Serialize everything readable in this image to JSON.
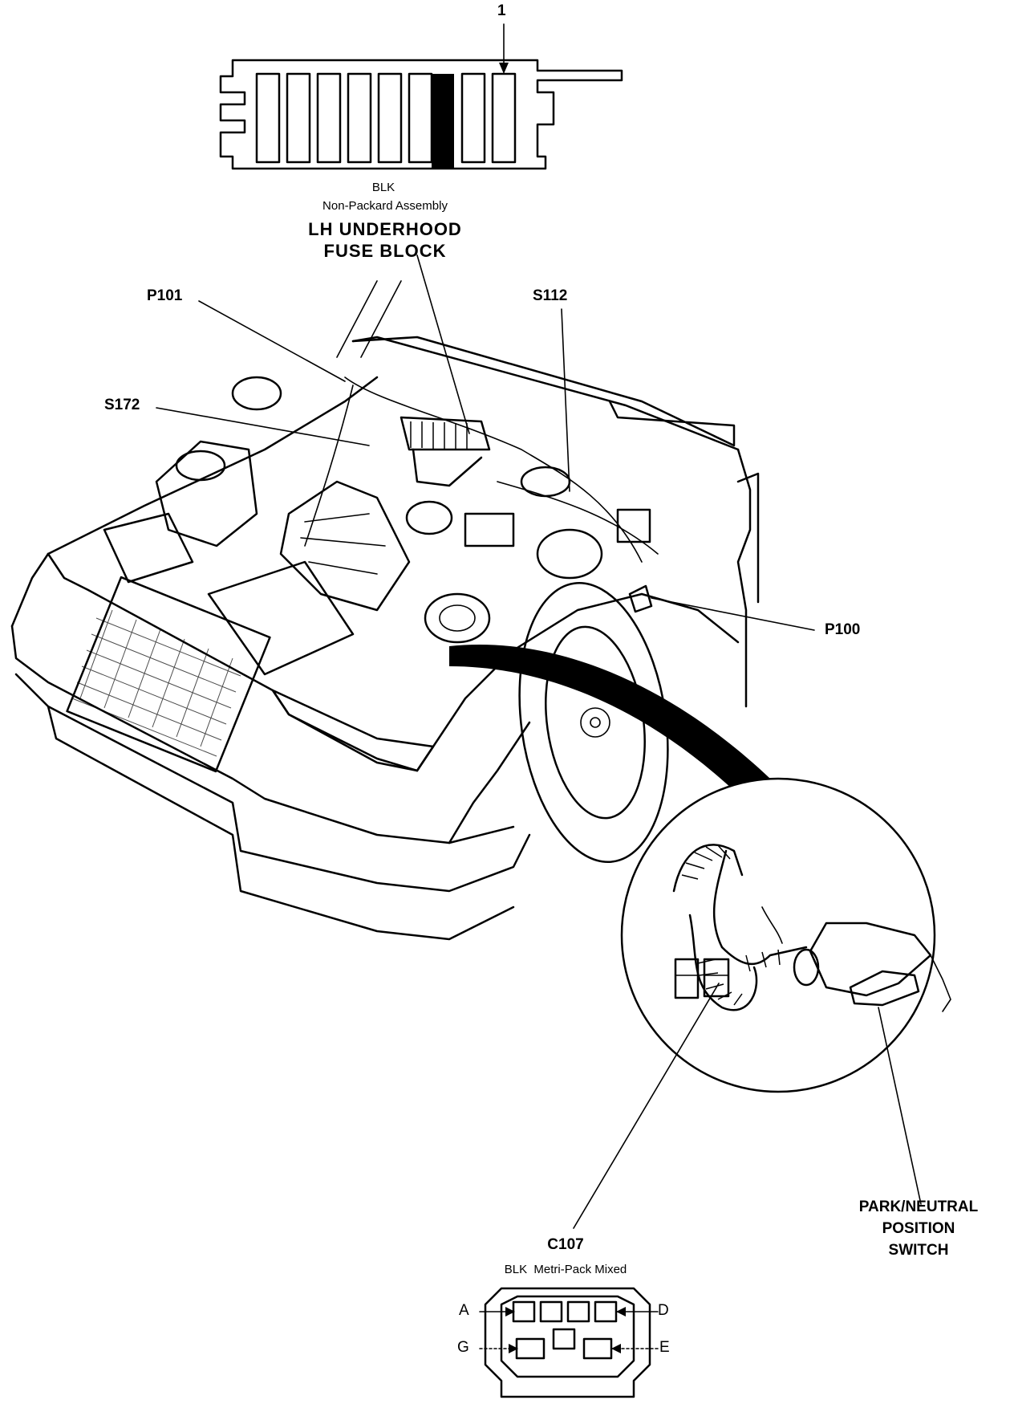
{
  "fuse_block": {
    "callout": "1",
    "color": "BLK",
    "assembly": "Non-Packard Assembly",
    "title_line1": "LH UNDERHOOD",
    "title_line2": "FUSE BLOCK"
  },
  "labels": {
    "p101": "P101",
    "s112": "S112",
    "s172": "S172",
    "p100": "P100",
    "switch_line1": "PARK/NEUTRAL",
    "switch_line2": "POSITION",
    "switch_line3": "SWITCH"
  },
  "connector": {
    "name": "C107",
    "description": "BLK  Metri-Pack Mixed",
    "pins": {
      "a": "A",
      "d": "D",
      "g": "G",
      "e": "E"
    }
  }
}
